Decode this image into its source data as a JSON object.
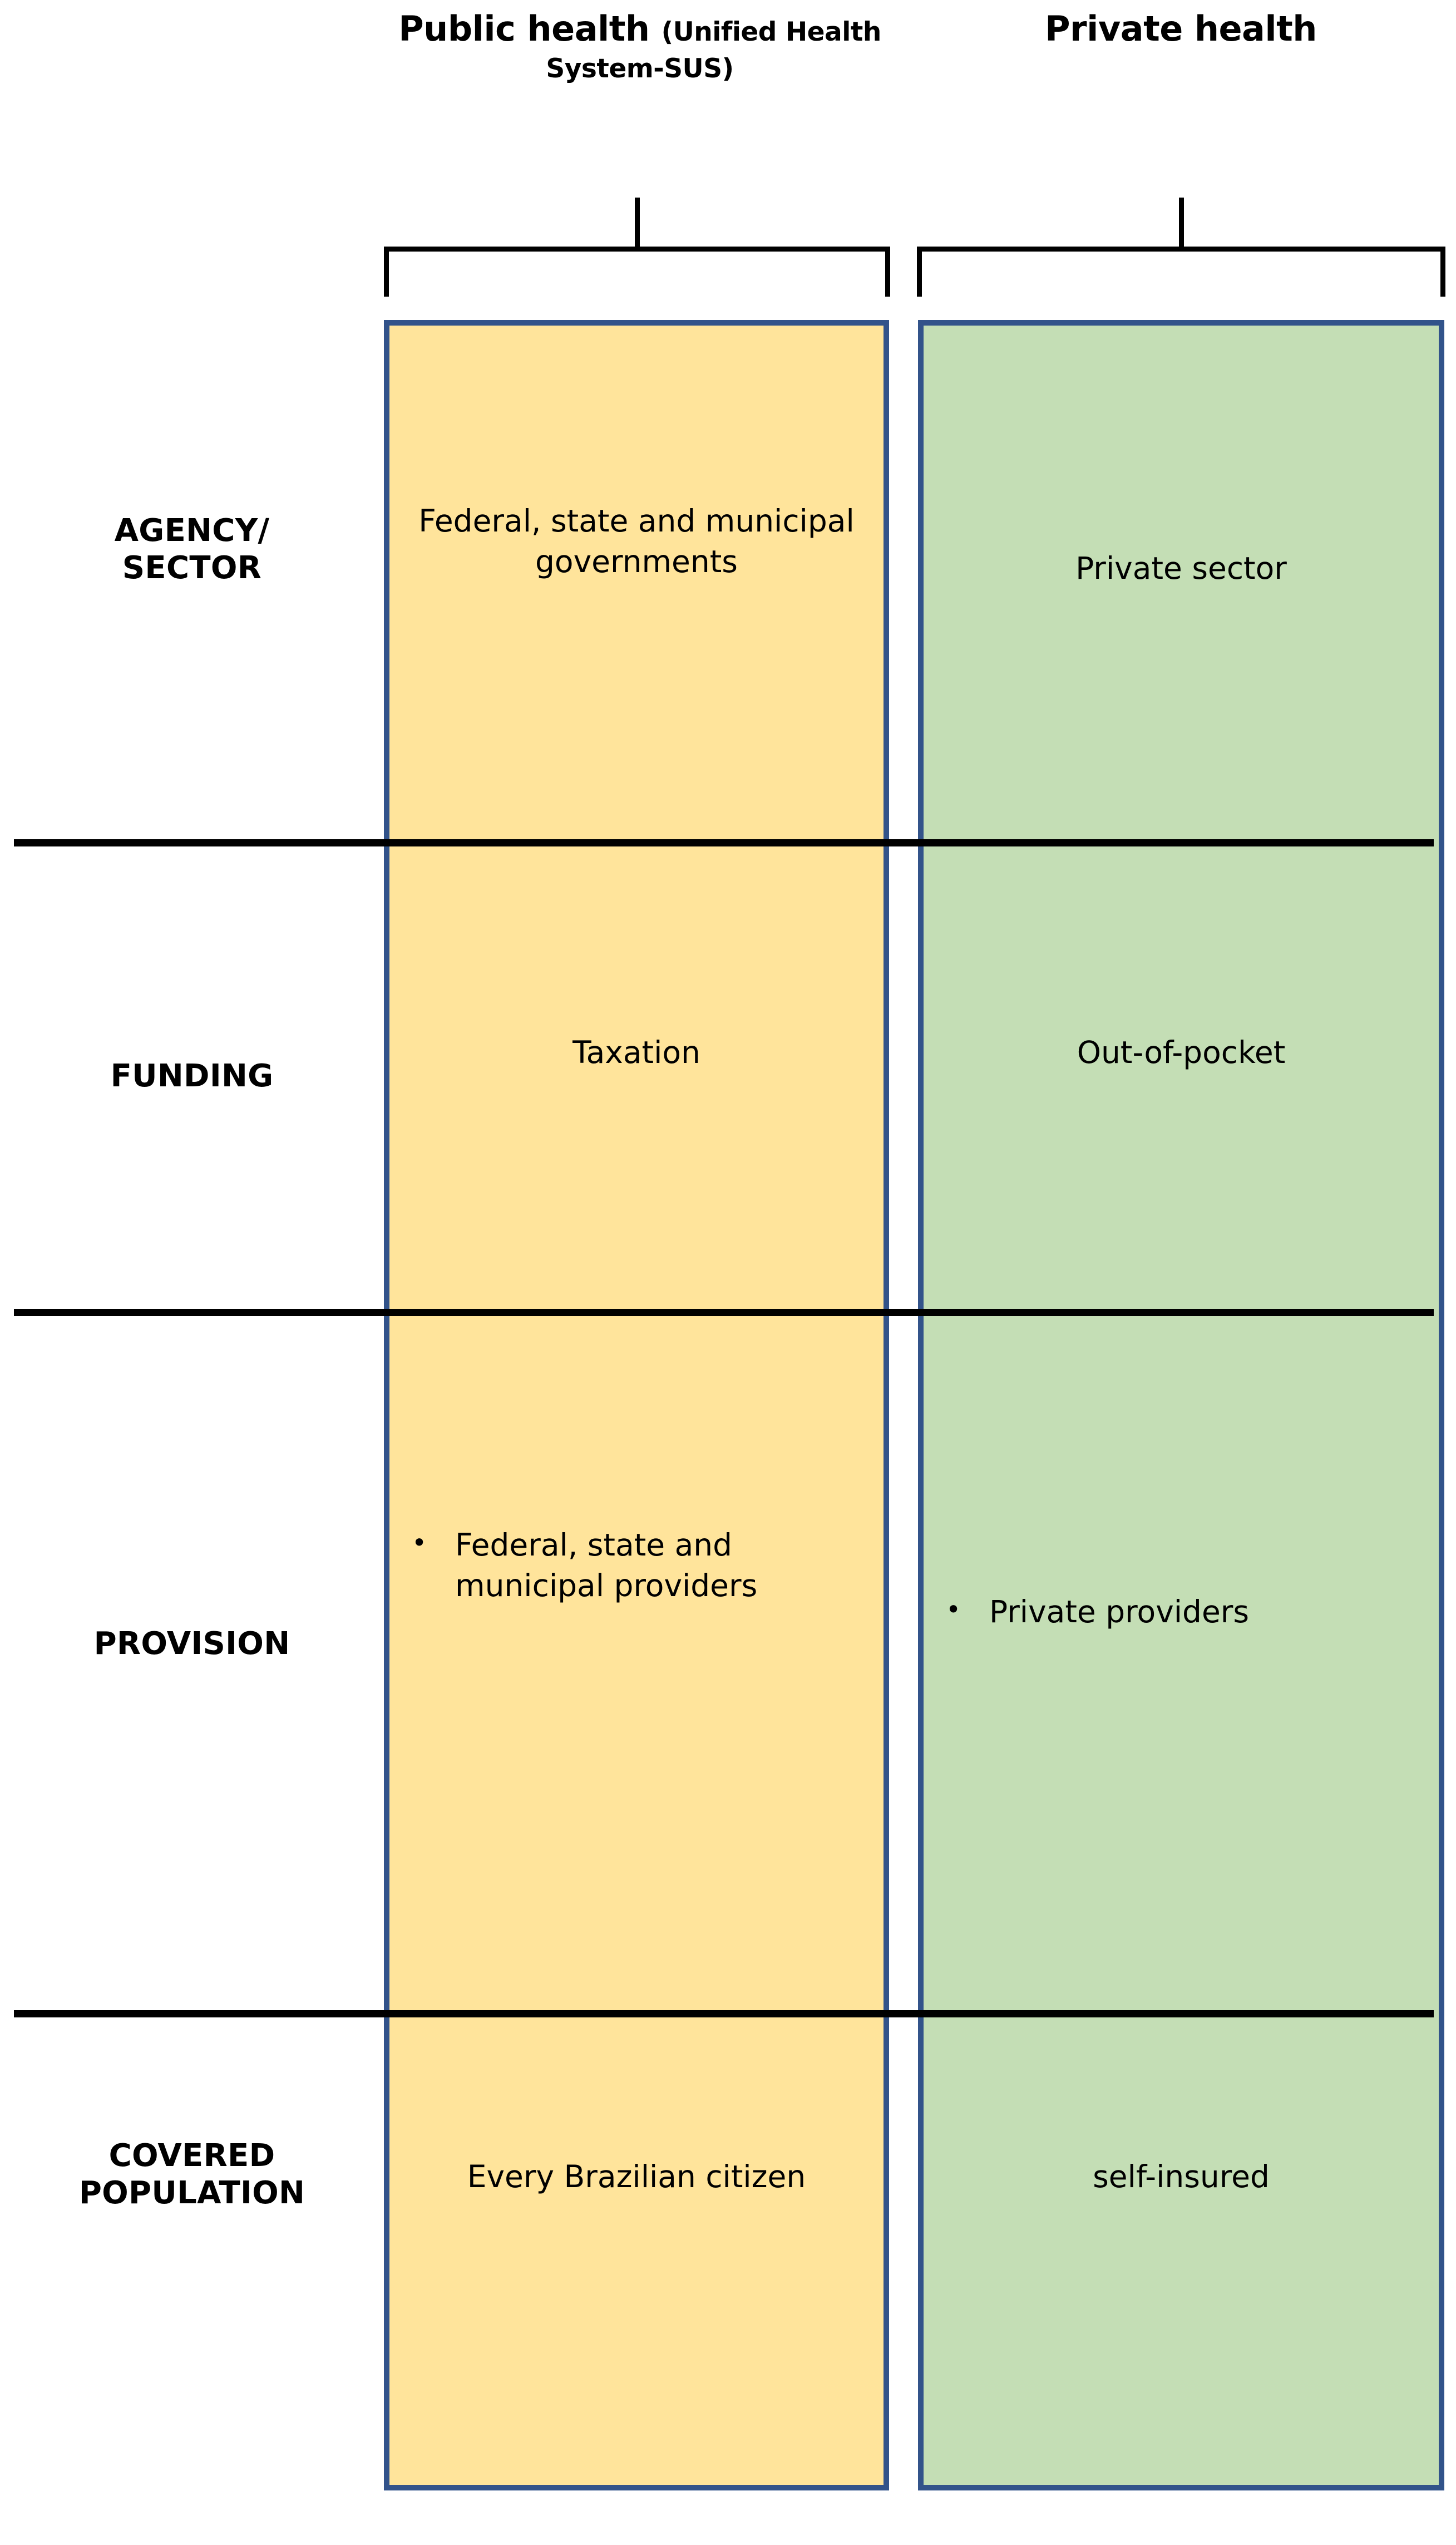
{
  "columns": [
    {
      "key": "public",
      "header_main": "Public health ",
      "header_sub": "(Unified Health System-SUS)",
      "fill_color": "#FFE49B",
      "border_color": "#32538A"
    },
    {
      "key": "private",
      "header_main": "Private health",
      "header_sub": "",
      "fill_color": "#C4DEB5",
      "border_color": "#32538A"
    }
  ],
  "rows": [
    {
      "key": "agency_sector",
      "label": "AGENCY/ SECTOR",
      "label_line1": "AGENCY/",
      "label_line2": "SECTOR",
      "public": "Federal, state and municipal governments",
      "private": "Private sector",
      "public_bulleted": false,
      "private_bulleted": false
    },
    {
      "key": "funding",
      "label": "FUNDING",
      "label_line1": "FUNDING",
      "label_line2": "",
      "public": "Taxation",
      "private": "Out-of-pocket",
      "public_bulleted": false,
      "private_bulleted": false
    },
    {
      "key": "provision",
      "label": "PROVISION",
      "label_line1": "PROVISION",
      "label_line2": "",
      "public": "Federal, state and municipal providers",
      "private": "Private providers",
      "public_bulleted": true,
      "private_bulleted": true
    },
    {
      "key": "covered_population",
      "label": "COVERED POPULATION",
      "label_line1": "COVERED",
      "label_line2": "POPULATION",
      "public": "Every Brazilian citizen",
      "private": "self-insured",
      "public_bulleted": false,
      "private_bulleted": false
    }
  ],
  "bullet_glyph": "•",
  "divider_color": "#000000",
  "text_color": "#000000",
  "background_color": "#FFFFFF"
}
